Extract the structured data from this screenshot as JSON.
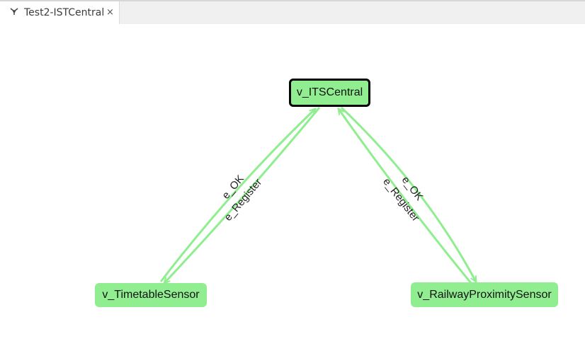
{
  "tab": {
    "icon": "graph-icon",
    "label": "Test2-ISTCentral",
    "close_label": "×"
  },
  "colors": {
    "node_fill": "#90ee90",
    "edge_stroke": "#90ee90",
    "selected_border": "#000000"
  },
  "graph": {
    "nodes": {
      "central": "v_ITSCentral",
      "timetable": "v_TimetableSensor",
      "railway": "v_RailwayProximitySensor"
    },
    "edges": {
      "left_ok": "e_OK",
      "left_register": "e_Register",
      "right_ok": "e_OK",
      "right_register": "e_Register"
    }
  }
}
